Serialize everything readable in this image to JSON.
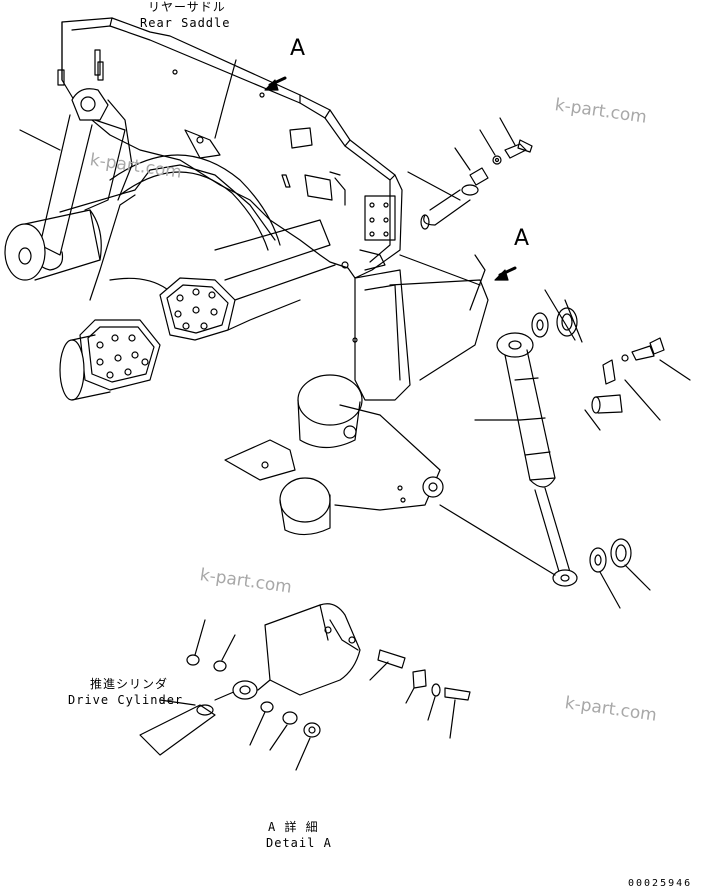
{
  "labels": {
    "rear_saddle_jp": "リヤーサドル",
    "rear_saddle_en": "Rear Saddle",
    "view_a_main": "A",
    "view_a_secondary": "A",
    "drive_cylinder_jp": "推進シリンダ",
    "drive_cylinder_en": "Drive Cylinder",
    "detail_a_jp": "A 詳 細",
    "detail_a_en": "Detail A",
    "drawing_number": "00025946"
  },
  "watermarks": [
    "k-part.com",
    "k-part.com",
    "k-part.com",
    "k-part.com"
  ],
  "colors": {
    "line": "#000000",
    "watermark": "#a8a8a8",
    "background": "#ffffff"
  }
}
